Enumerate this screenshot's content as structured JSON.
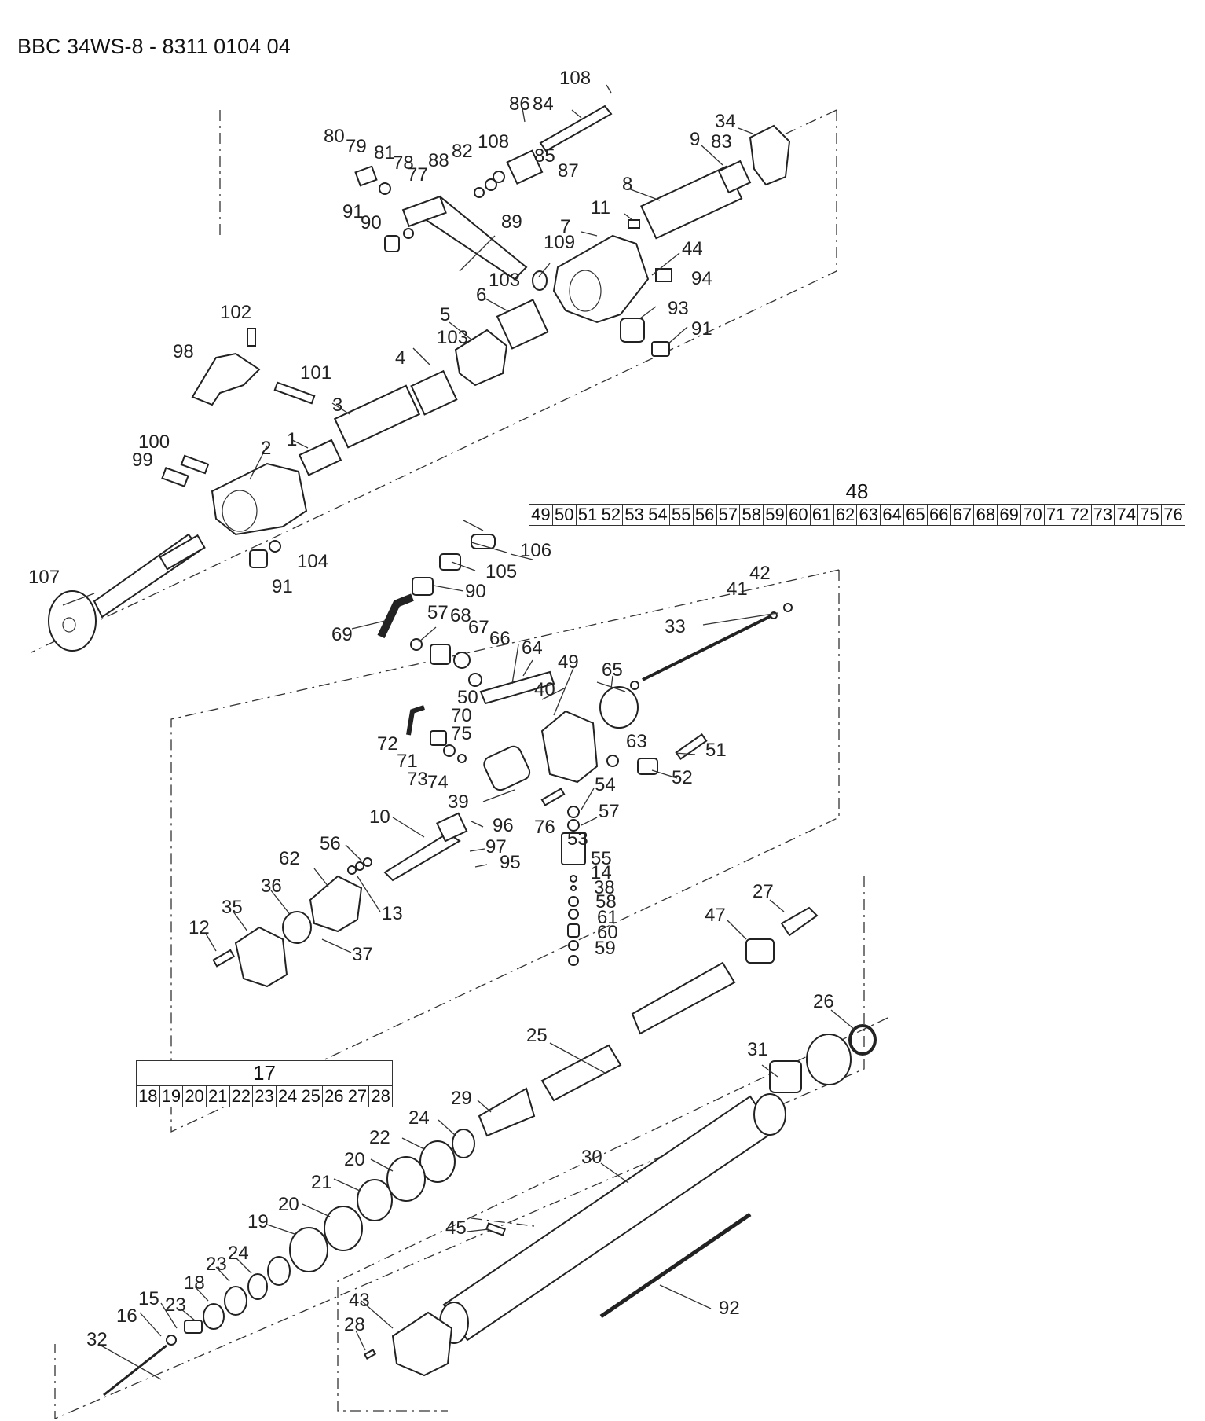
{
  "title": "BBC 34WS-8 - 8311 0104 04",
  "group_tables": [
    {
      "id": "g48",
      "header": "48",
      "items": [
        "49",
        "50",
        "51",
        "52",
        "53",
        "54",
        "55",
        "56",
        "57",
        "58",
        "59",
        "60",
        "61",
        "62",
        "63",
        "64",
        "65",
        "66",
        "67",
        "68",
        "69",
        "70",
        "71",
        "72",
        "73",
        "74",
        "75",
        "76"
      ]
    },
    {
      "id": "g17",
      "header": "17",
      "items": [
        "18",
        "19",
        "20",
        "21",
        "22",
        "23",
        "24",
        "25",
        "26",
        "27",
        "28"
      ]
    }
  ],
  "labels": [
    "108",
    "86",
    "84",
    "34",
    "83",
    "9",
    "80",
    "79",
    "81",
    "78",
    "77",
    "88",
    "82",
    "108",
    "85",
    "87",
    "8",
    "11",
    "90",
    "89",
    "91",
    "7",
    "44",
    "109",
    "94",
    "103",
    "6",
    "93",
    "91",
    "102",
    "5",
    "98",
    "103",
    "101",
    "4",
    "3",
    "100",
    "2",
    "1",
    "99",
    "106",
    "105",
    "90",
    "104",
    "91",
    "107",
    "57",
    "68",
    "69",
    "67",
    "66",
    "64",
    "33",
    "42",
    "41",
    "49",
    "40",
    "65",
    "50",
    "70",
    "75",
    "72",
    "63",
    "51",
    "71",
    "73",
    "74",
    "52",
    "54",
    "39",
    "57",
    "76",
    "10",
    "96",
    "97",
    "53",
    "95",
    "55",
    "56",
    "14",
    "38",
    "62",
    "58",
    "13",
    "36",
    "35",
    "61",
    "12",
    "60",
    "37",
    "59",
    "27",
    "47",
    "26",
    "31",
    "25",
    "29",
    "24",
    "22",
    "30",
    "20",
    "21",
    "20",
    "45",
    "19",
    "92",
    "24",
    "23",
    "18",
    "43",
    "23",
    "15",
    "28",
    "16",
    "32"
  ]
}
